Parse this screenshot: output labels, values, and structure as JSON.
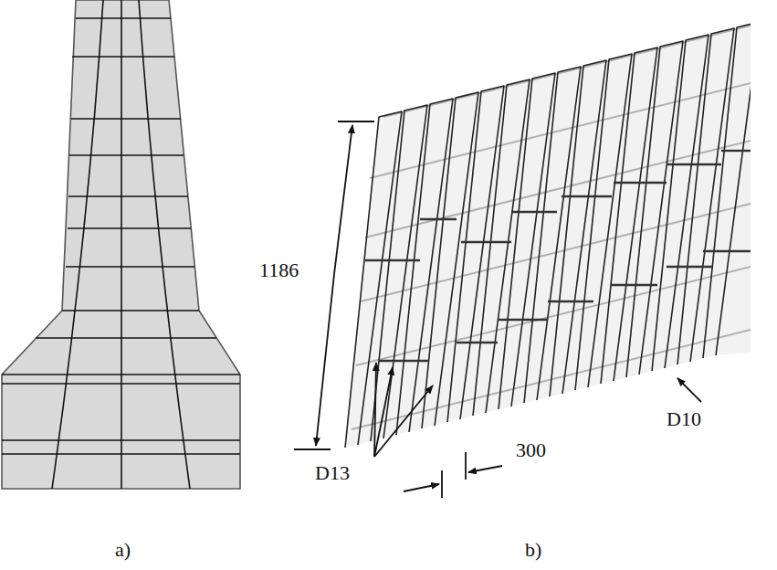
{
  "diagram": {
    "labels": [
      "1186",
      "D13",
      "300",
      "D10",
      "a)",
      "b)"
    ]
  }
}
